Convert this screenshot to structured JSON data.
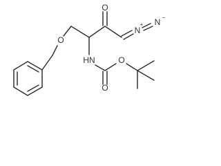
{
  "molecule": {
    "atoms": {
      "oxygen_ketone": "O",
      "nitrogen_diazo_1": "N",
      "plus_charge": "+",
      "nitrogen_diazo_2": "N",
      "minus_charge": "−",
      "oxygen_ether": "O",
      "nh_amide": "HN",
      "oxygen_carbonyl": "O",
      "oxygen_ester": "O"
    },
    "colors": {
      "bond": "#333333",
      "label": "#333333",
      "background": "#ffffff"
    }
  }
}
